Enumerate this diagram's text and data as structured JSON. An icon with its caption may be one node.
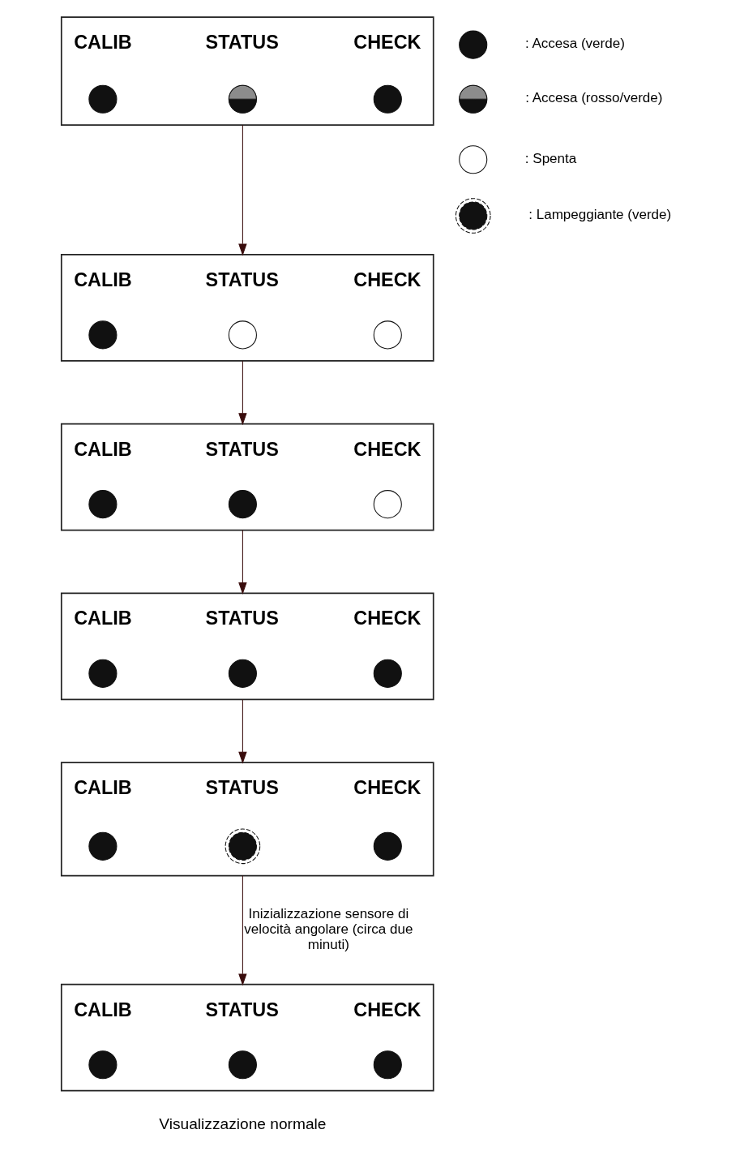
{
  "diagram": {
    "nodes": [
      {
        "text": [],
        "shape": "box"
      },
      {
        "text": [
          "CALIB"
        ],
        "in": 0
      },
      {
        "text": [],
        "shape": "circle",
        "in": 0
      },
      {
        "text": [
          "STATUS"
        ],
        "in": 0
      },
      {
        "text": [],
        "shape": "circle",
        "in": 0
      },
      {
        "text": [
          "CHECK"
        ],
        "in": 0
      },
      {
        "text": [],
        "shape": "circle",
        "in": 0
      },
      {
        "text": [],
        "shape": "box"
      },
      {
        "text": [
          "CALIB"
        ],
        "in": 7
      },
      {
        "text": [],
        "shape": "circle",
        "in": 7
      },
      {
        "text": [
          "STATUS"
        ],
        "in": 7
      },
      {
        "text": [],
        "shape": "circle",
        "in": 7
      },
      {
        "text": [
          "CHECK"
        ],
        "in": 7
      },
      {
        "text": [],
        "shape": "circle",
        "in": 7
      },
      {
        "text": [],
        "shape": "box"
      },
      {
        "text": [
          "CALIB"
        ],
        "in": 14
      },
      {
        "text": [],
        "shape": "circle",
        "in": 14
      },
      {
        "text": [
          "STATUS"
        ],
        "in": 14
      },
      {
        "text": [],
        "shape": "circle",
        "in": 14
      },
      {
        "text": [
          "CHECK"
        ],
        "in": 14
      },
      {
        "text": [],
        "shape": "circle",
        "in": 14
      },
      {
        "text": [],
        "shape": "box"
      },
      {
        "text": [
          "CALIB"
        ],
        "in": 21
      },
      {
        "text": [],
        "shape": "circle",
        "in": 21
      },
      {
        "text": [
          "STATUS"
        ],
        "in": 21
      },
      {
        "text": [],
        "shape": "circle",
        "in": 21
      },
      {
        "text": [
          "CHECK"
        ],
        "in": 21
      },
      {
        "text": [],
        "shape": "circle",
        "in": 21
      },
      {
        "text": [],
        "shape": "box"
      },
      {
        "text": [
          "CALIB"
        ],
        "in": 28
      },
      {
        "text": [],
        "shape": "circle",
        "in": 28
      },
      {
        "text": [
          "STATUS"
        ],
        "in": 28
      },
      {
        "text": [],
        "shape": "circle",
        "in": 28
      },
      {
        "text": [
          "CHECK"
        ],
        "in": 28
      },
      {
        "text": [],
        "shape": "circle",
        "in": 28
      },
      {
        "text": [],
        "shape": "box",
        "beside": [
          "Visualizzazione normale"
        ]
      },
      {
        "text": [
          "CALIB"
        ],
        "in": 35
      },
      {
        "text": [],
        "shape": "circle",
        "in": 35
      },
      {
        "text": [
          "STATUS"
        ],
        "in": 35
      },
      {
        "text": [],
        "shape": "circle",
        "in": 35
      },
      {
        "text": [
          "CHECK"
        ],
        "in": 35
      },
      {
        "text": [],
        "shape": "circle",
        "in": 35
      },
      {
        "text": [],
        "shape": "circle"
      },
      {
        "text": [],
        "shape": "circle"
      },
      {
        "text": [],
        "shape": "circle"
      },
      {
        "text": [],
        "shape": "circle"
      }
    ],
    "edges": [
      {
        "from": 0,
        "to": 7,
        "arrow": "to"
      },
      {
        "from": 7,
        "to": 14,
        "arrow": "to"
      },
      {
        "from": 14,
        "to": 21,
        "arrow": "to"
      },
      {
        "from": 21,
        "to": 28,
        "arrow": "to"
      },
      {
        "from": 28,
        "to": 35,
        "label": "Inizializzazione sensore di velocità angolare (circa due minuti)",
        "arrow": "to"
      }
    ],
    "legend": [
      {
        "text": ": Accesa (verde)"
      },
      {
        "text": ": Accesa (rosso/verde)"
      },
      {
        "text": ": Spenta"
      },
      {
        "text": ": Lampeggiante (verde)"
      }
    ]
  }
}
